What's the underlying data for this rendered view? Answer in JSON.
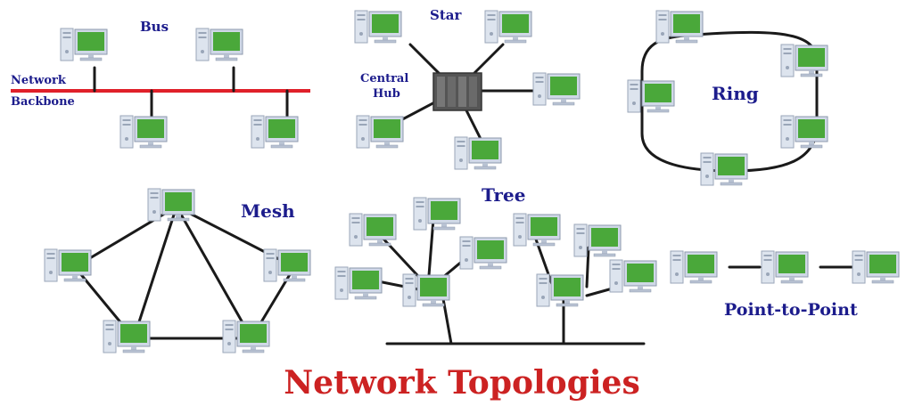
{
  "title": "Network Topologies",
  "colors": {
    "title": "#cc2222",
    "label": "#1c1c8c",
    "backbone": "#e0202a",
    "screen": "#4aa83a",
    "monitor_frame": "#cfd8e6",
    "tower": "#dde4ee",
    "hub": "#555555",
    "link": "#1a1a1a"
  },
  "icons": {
    "computer": "desktop-computer-icon",
    "hub": "network-hub-icon"
  },
  "topologies": {
    "bus": {
      "name": "Bus",
      "backbone_label_1": "Network",
      "backbone_label_2": "Backbone"
    },
    "star": {
      "name": "Star",
      "hub_label_1": "Central",
      "hub_label_2": "Hub"
    },
    "ring": {
      "name": "Ring"
    },
    "mesh": {
      "name": "Mesh"
    },
    "tree": {
      "name": "Tree"
    },
    "p2p": {
      "name": "Point-to-Point"
    }
  }
}
